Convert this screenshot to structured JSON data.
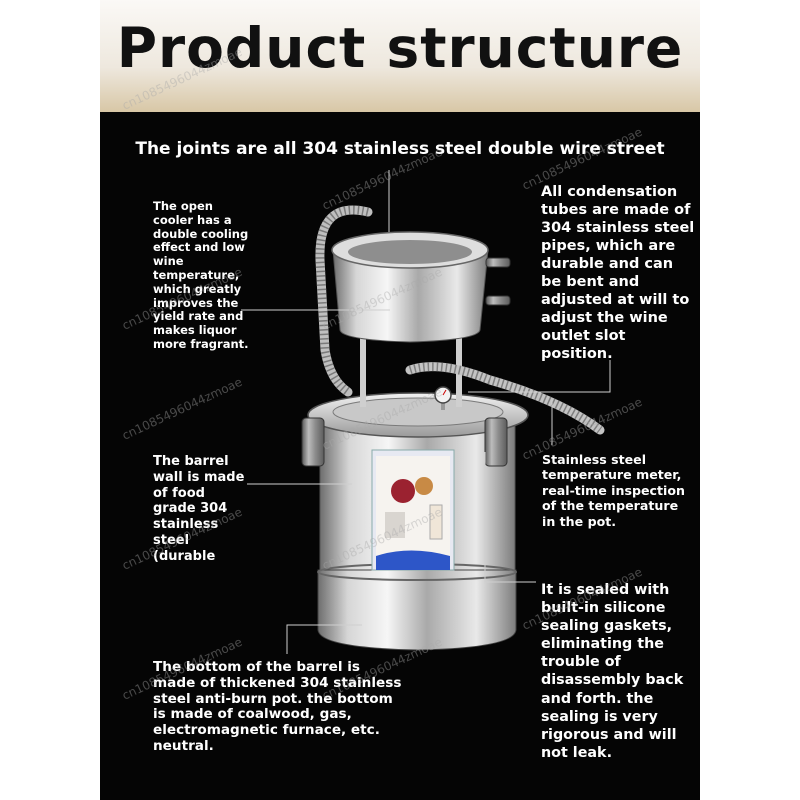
{
  "title": "Product structure",
  "headline": "The joints are all 304 stainless steel double wire street",
  "notes": {
    "cooler": "The open\ncooler has a\ndouble cooling\neffect and low\nwine\ntemperature,\nwhich greatly\nimproves the\nyield rate and\nmakes liquor\nmore fragrant.",
    "tubes": "All condensation\ntubes are made of\n304 stainless steel\npipes, which are\ndurable and can\nbe bent and\nadjusted at will to\nadjust the wine\noutlet slot\nposition.",
    "wall": "The barrel\nwall is made\nof food\ngrade 304\nstainless\nsteel\n(durable",
    "meter": "Stainless steel\ntemperature meter,\nreal-time inspection\nof the temperature\nin the pot.",
    "bottom": "The bottom of the barrel is\nmade of thickened 304 stainless\nsteel anti-burn pot. the bottom\nis made of coalwood, gas,\nelectromagnetic furnace, etc.\nneutral.",
    "seal": "It is sealed with\nbuilt-in silicone\nsealing gaskets,\neliminating the\ntrouble of\ndisassembly back\nand forth. the\nsealing is very\nrigorous and will\nnot leak."
  },
  "watermark": "cn1085496044zmoae",
  "colors": {
    "banner": "#efe8dc",
    "panel": "#050505",
    "text": "#ffffff"
  }
}
